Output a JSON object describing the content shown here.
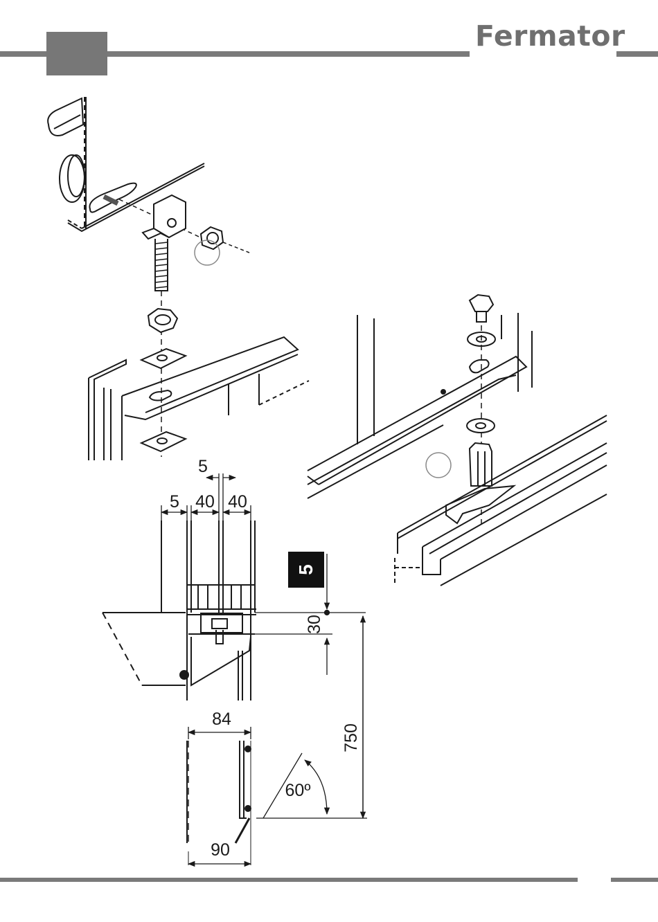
{
  "brand": {
    "name": "Fermator"
  },
  "step": {
    "number": "5"
  },
  "colors": {
    "header_bar": "#7a7a7a",
    "tab": "#777777",
    "badge": "#111111",
    "line": "#1a1a1a"
  },
  "dimensions": {
    "top_gap": "5",
    "left_gap": "5",
    "width_a": "40",
    "width_b": "40",
    "height_30": "30",
    "height_750": "750",
    "width_84": "84",
    "angle": "60º",
    "width_90": "90"
  }
}
